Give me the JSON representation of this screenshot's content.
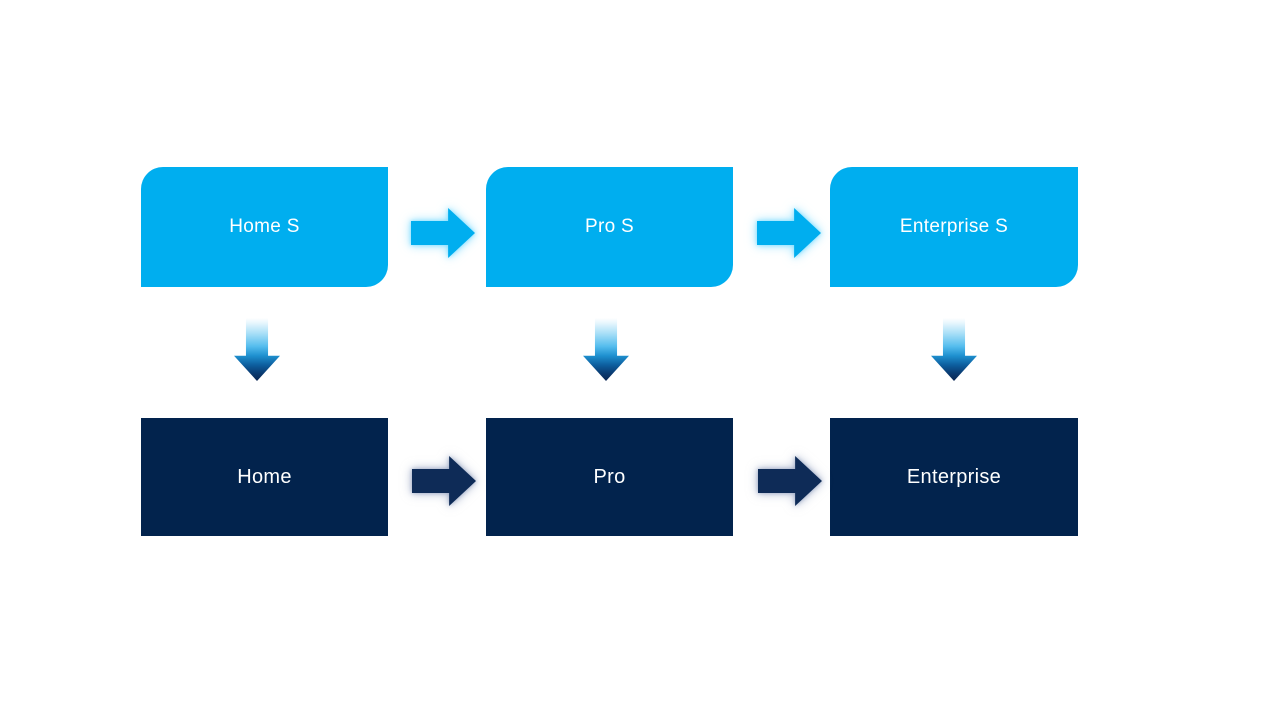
{
  "palette": {
    "background": "#ffffff",
    "top_box_fill": "#00aeef",
    "bottom_box_fill": "#02234d",
    "right_arrow_top_fill": "#00aeef",
    "right_arrow_bottom_fill": "#0e2b57",
    "down_arrow_gradient_top": "#ffffff",
    "down_arrow_gradient_bottom": "#0b2550",
    "label_text": "#ffffff"
  },
  "flow": {
    "top_row": {
      "items": [
        {
          "label": "Home S"
        },
        {
          "label": "Pro S"
        },
        {
          "label": "Enterprise S"
        }
      ]
    },
    "bottom_row": {
      "items": [
        {
          "label": "Home"
        },
        {
          "label": "Pro"
        },
        {
          "label": "Enterprise"
        }
      ]
    }
  }
}
